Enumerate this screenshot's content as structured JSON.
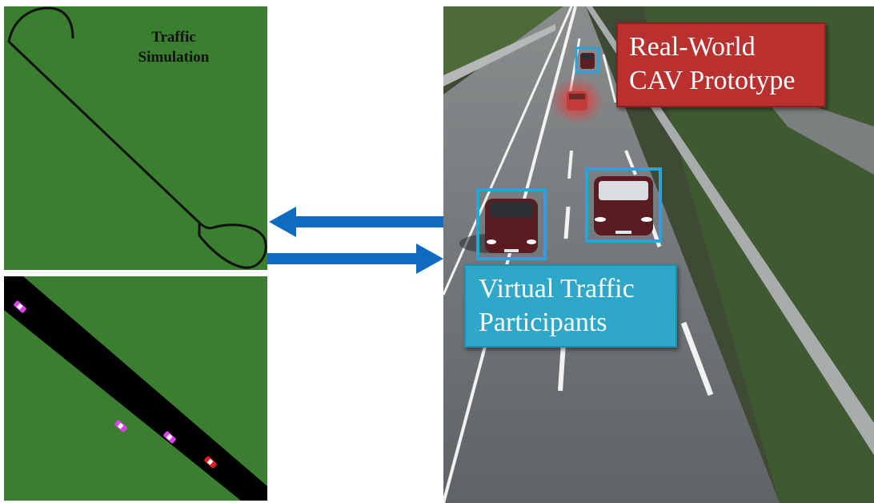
{
  "simulation": {
    "title": "Traffic\nSimulation",
    "background_color": "#3a7f2f",
    "track_color": "#111111",
    "road_color": "#000000",
    "virtual_vehicle_color": "#e040f0",
    "real_vehicle_color": "#e02020"
  },
  "photo": {
    "real_label": "Real-World\nCAV Prototype",
    "real_label_color": "#b9302f",
    "virtual_label": "Virtual Traffic\nParticipants",
    "virtual_label_color": "#2ea7c9",
    "highlight_box_color": "#2aa3dc",
    "prototype_glow_color": "#ff2a2a"
  },
  "arrows": {
    "color": "#0e6bbf",
    "items": [
      {
        "direction": "to-simulation"
      },
      {
        "direction": "to-real-world"
      }
    ]
  }
}
